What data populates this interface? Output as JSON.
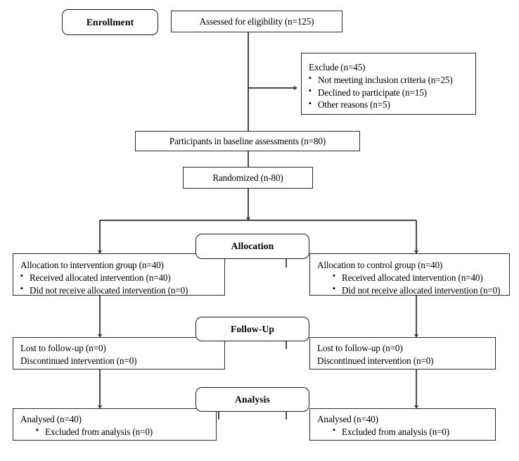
{
  "diagram": {
    "title": "CONSORT participant flow diagram",
    "stage_labels": {
      "enrollment": "Enrollment",
      "allocation": "Allocation",
      "followup": "Follow-Up",
      "analysis": "Analysis"
    },
    "enrollment": {
      "assessed": "Assessed for eligibility (n=125)",
      "exclude_title": "Exclude (n=45)",
      "exclude_reasons": [
        "Not meeting inclusion criteria (n=25)",
        "Declined to participate (n=15)",
        "Other reasons (n=5)"
      ],
      "baseline": "Participants in baseline assessments (n=80)",
      "randomized": "Randomized (n-80)"
    },
    "allocation": {
      "left_title": "Allocation to intervention group (n=40)",
      "left_items": [
        "Received allocated intervention (n=40)",
        "Did not receive allocated intervention (n=0)"
      ],
      "right_title": "Allocation to control group (n=40)",
      "right_items": [
        "Received allocated intervention (n=40)",
        "Did not receive allocated intervention (n=0)"
      ]
    },
    "followup": {
      "left_lines": [
        "Lost to follow-up (n=0)",
        "Discontinued intervention (n=0)"
      ],
      "right_lines": [
        "Lost to follow-up (n=0)",
        "Discontinued intervention (n=0)"
      ]
    },
    "analysis": {
      "left_title": "Analysed (n=40)",
      "left_items": [
        "Excluded from analysis (n=0)"
      ],
      "right_title": "Analysed (n=40)",
      "right_items": [
        "Excluded from analysis (n=0)"
      ]
    },
    "colors": {
      "line": "#2b2b2b",
      "background": "#ffffff",
      "text": "#000000"
    }
  }
}
